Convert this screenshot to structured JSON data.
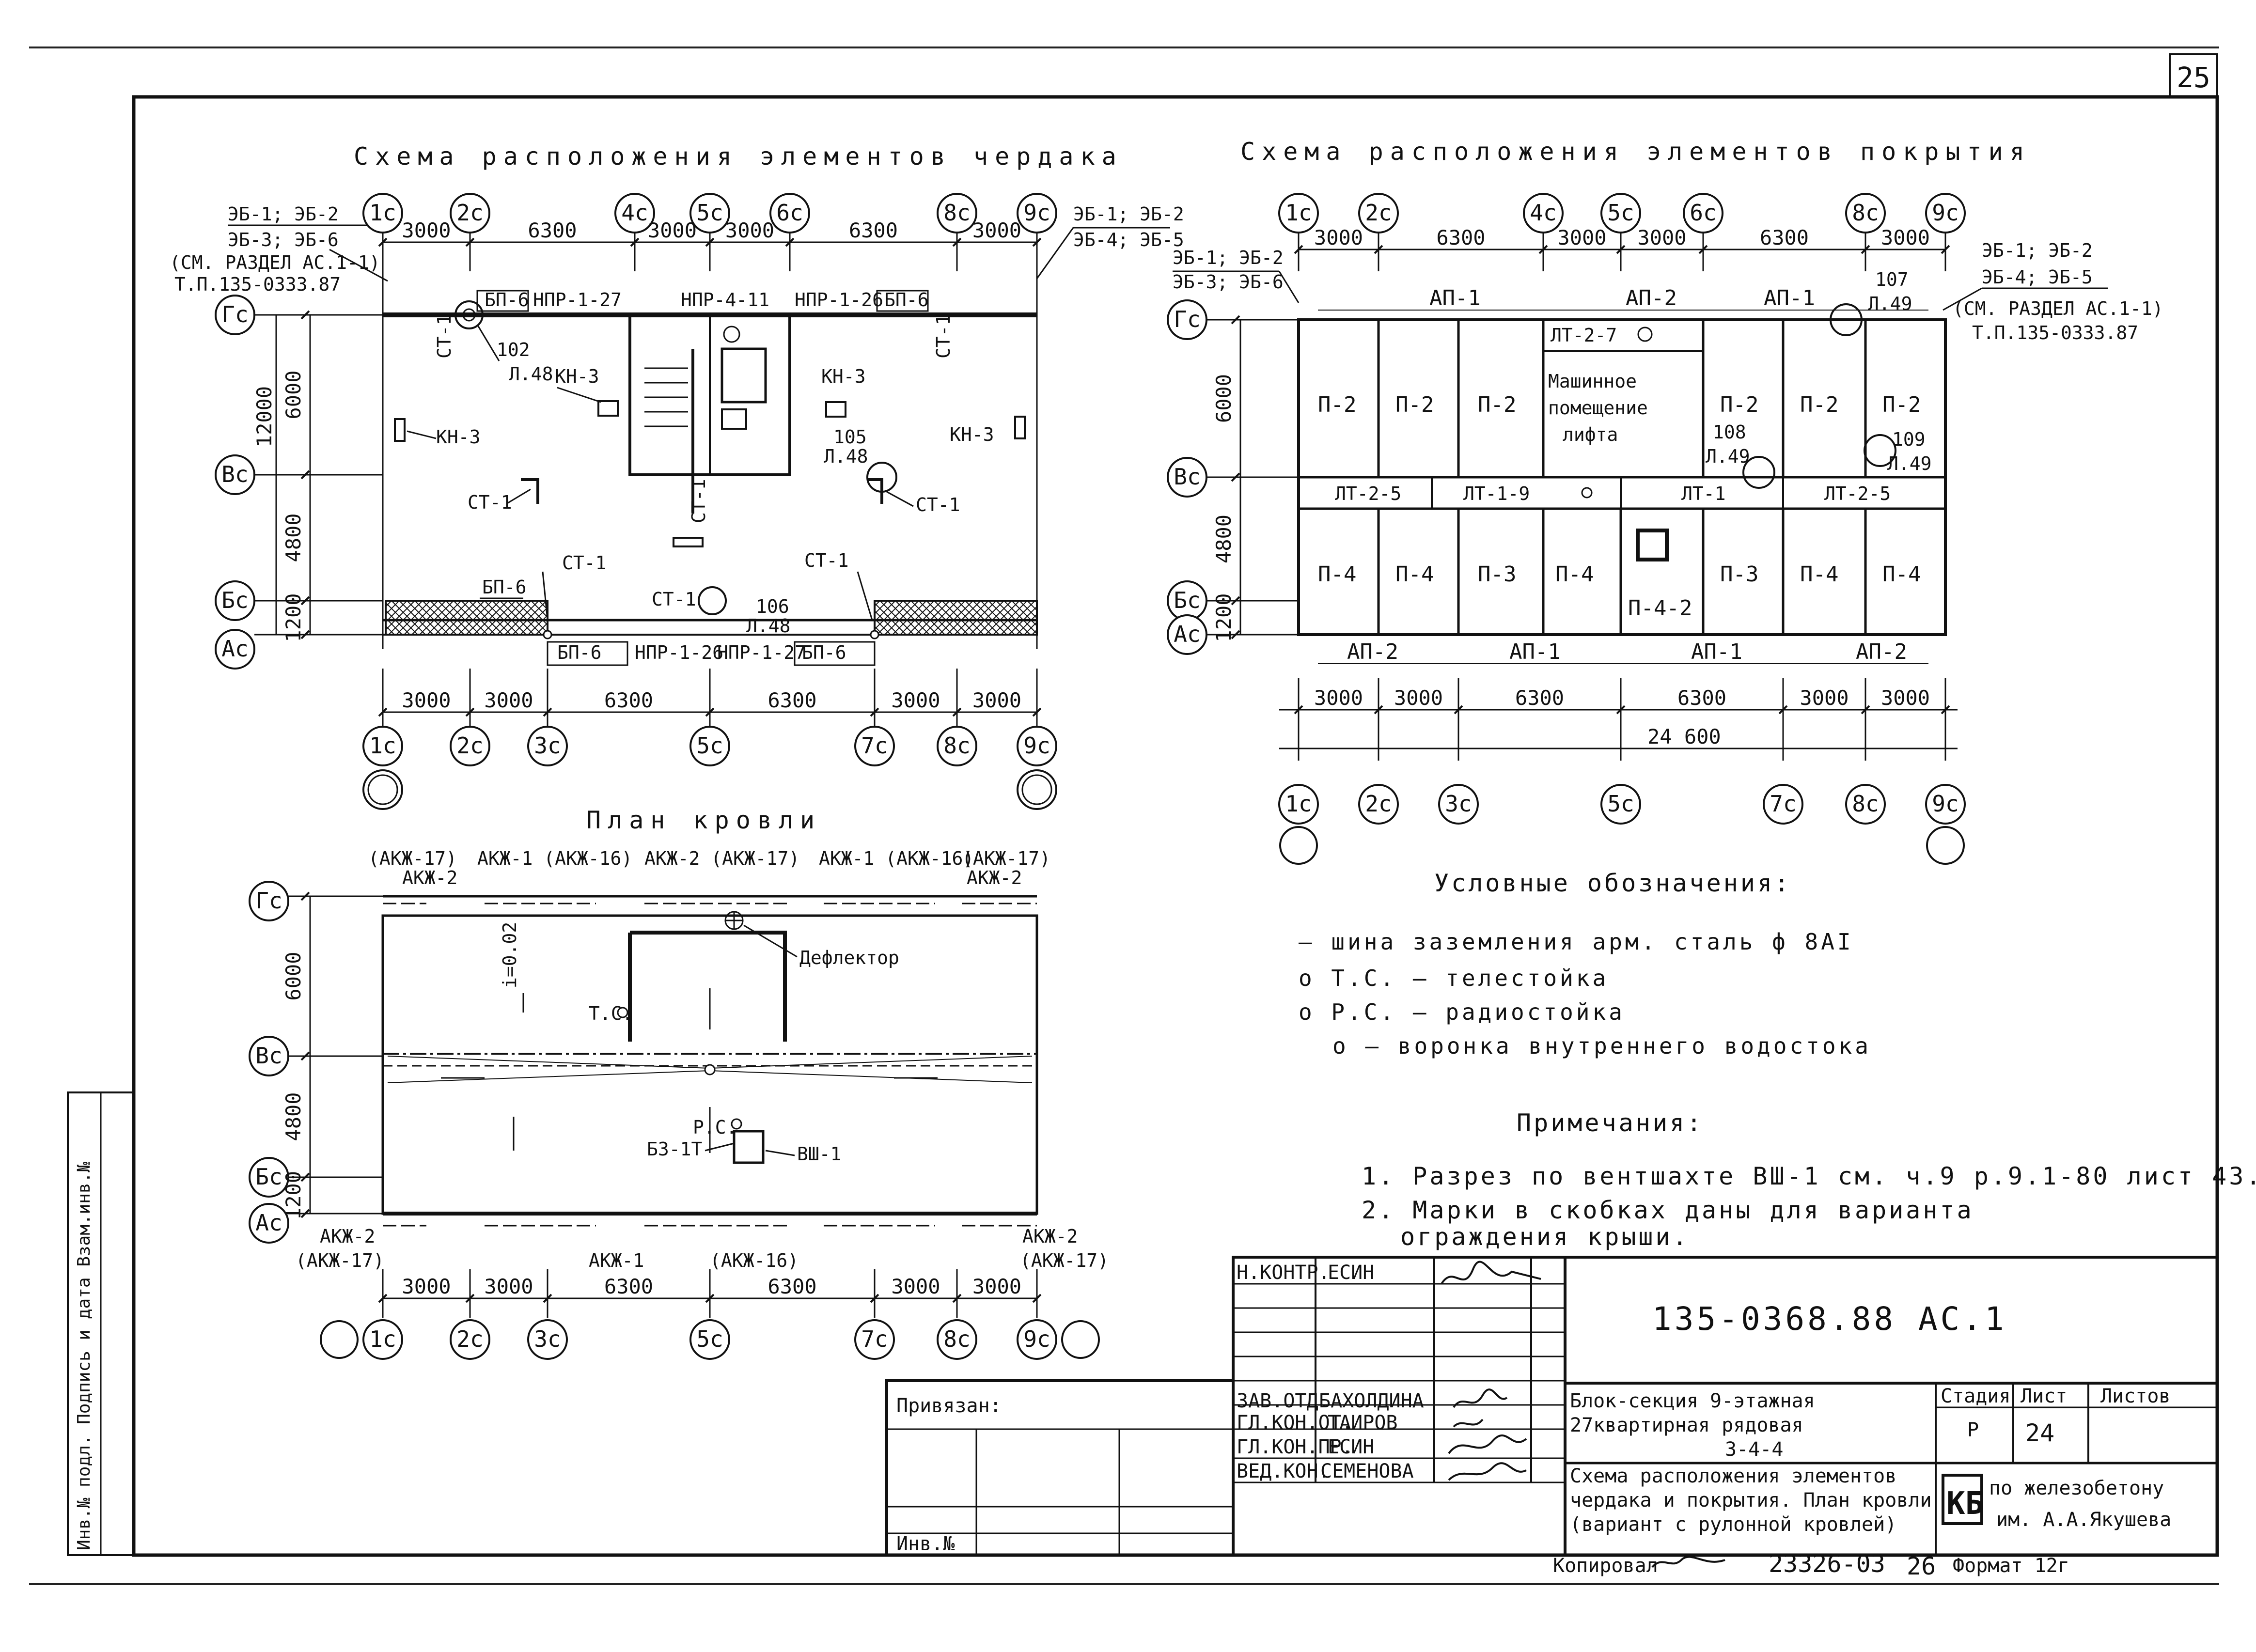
{
  "sheet": {
    "page_number": "25"
  },
  "attic": {
    "title": "Схема расположения элементов чердака",
    "ref_left": [
      "ЭБ-1; ЭБ-2",
      "ЭБ-3; ЭБ-6",
      "(СМ. РАЗДЕЛ АС.1-1)",
      "Т.П.135-0333.87"
    ],
    "ref_right": [
      "ЭБ-1; ЭБ-2",
      "ЭБ-4; ЭБ-5"
    ],
    "top_axes": [
      "1с",
      "2с",
      "4с",
      "5с",
      "6с",
      "8с",
      "9с"
    ],
    "top_dims": [
      "3000",
      "6300",
      "3000",
      "3000",
      "6300",
      "3000"
    ],
    "left_axes": [
      "Гс",
      "Вс",
      "Бс",
      "Ас"
    ],
    "left_dims": [
      "12000",
      "6000",
      "4800",
      "1200"
    ],
    "bottom_axes": [
      "1с",
      "2с",
      "3с",
      "5с",
      "7с",
      "8с",
      "9с"
    ],
    "bottom_dims": [
      "3000",
      "3000",
      "6300",
      "6300",
      "3000",
      "3000"
    ],
    "labels": {
      "bp6": "БП-6",
      "npr127": "НПР-1-27",
      "npr411": "НПР-4-11",
      "npr126": "НПР-1-26",
      "st1": "СТ-1",
      "kn3": "КН-3",
      "n102": "102",
      "l48": "Л.48",
      "n105": "105",
      "n106": "106"
    }
  },
  "roof_cover": {
    "title": "Схема расположения элементов покрытия",
    "ref_left": [
      "ЭБ-1; ЭБ-2",
      "ЭБ-3; ЭБ-6"
    ],
    "ref_right": [
      "ЭБ-1; ЭБ-2",
      "ЭБ-4; ЭБ-5",
      "(СМ. РАЗДЕЛ АС.1-1)",
      "Т.П.135-0333.87"
    ],
    "top_axes": [
      "1с",
      "2с",
      "4с",
      "5с",
      "6с",
      "8с",
      "9с"
    ],
    "top_dims": [
      "3000",
      "6300",
      "3000",
      "3000",
      "6300",
      "3000"
    ],
    "left_axes": [
      "Гс",
      "Вс",
      "Бс",
      "Ас"
    ],
    "left_dims": [
      "6000",
      "4800",
      "1200"
    ],
    "bottom_axes": [
      "1с",
      "2с",
      "3с",
      "5с",
      "7с",
      "8с",
      "9с"
    ],
    "bottom_dims": [
      "3000",
      "3000",
      "6300",
      "6300",
      "3000",
      "3000"
    ],
    "total_dim": "24 600",
    "top_beams": [
      "АП-1",
      "АП-2",
      "АП-1"
    ],
    "bottom_beams": [
      "АП-2",
      "АП-1",
      "АП-1",
      "АП-2"
    ],
    "upper_cells": [
      "П-2",
      "П-2",
      "П-2",
      "П-2",
      "П-2",
      "П-2"
    ],
    "machine_room": [
      "Машинное",
      "помещение",
      "лифта"
    ],
    "lt27": "ЛТ-2-7",
    "mid_row": [
      "ЛТ-2-5",
      "ЛТ-1-9",
      "ЛТ-1",
      "ЛТ-2-5"
    ],
    "lower_cells": [
      "П-4",
      "П-4",
      "П-3",
      "П-4",
      "П-4-2",
      "П-3",
      "П-4",
      "П-4"
    ],
    "callouts": [
      "107",
      "Л.49",
      "108",
      "Л.49",
      "109",
      "Л.49"
    ]
  },
  "roof_plan": {
    "title": "План кровли",
    "top_labels": [
      "(АКЖ-17)",
      "АКЖ-2",
      "АКЖ-1 (АКЖ-16)",
      "АКЖ-2 (АКЖ-17)",
      "АКЖ-1 (АКЖ-16)",
      "(АКЖ-17)",
      "АКЖ-2"
    ],
    "bottom_labels": [
      "АКЖ-2",
      "(АКЖ-17)",
      "АКЖ-1",
      "(АКЖ-16)",
      "АКЖ-2",
      "(АКЖ-17)"
    ],
    "left_axes": [
      "Гс",
      "Вс",
      "Бс",
      "Ас"
    ],
    "left_dims": [
      "6000",
      "4800",
      "1200"
    ],
    "bottom_axes": [
      "1с",
      "2с",
      "3с",
      "5с",
      "7с",
      "8с",
      "9с"
    ],
    "bottom_dims": [
      "3000",
      "3000",
      "6300",
      "6300",
      "3000",
      "3000"
    ],
    "deflector": "Дефлектор",
    "slope": "i=0.02",
    "tc": "Т.С.",
    "rc": "Р.С.",
    "b31t": "БЗ-1Т",
    "vsh1": "ВШ-1"
  },
  "legend": {
    "title": "Условные обозначения:",
    "items": [
      "— шина заземления арм. сталь ф 8АI",
      "о Т.С. — телестойка",
      "о Р.С. — радиостойка",
      "о — воронка внутреннего водостока"
    ]
  },
  "notes": {
    "title": "Примечания:",
    "items": [
      "1. Разрез по вентшахте ВШ-1 см. ч.9 р.9.1-80 лист 43.",
      "2. Марки в скобках даны для варианта",
      "ограждения крыши."
    ]
  },
  "title_block": {
    "code": "135-0368.88 АС.1",
    "roles": [
      "Н.КОНТР.",
      "ЗАВ.ОТД.",
      "ГЛ.КОН.ОТ.",
      "ГЛ.КОН.ПР.",
      "ВЕД.КОН."
    ],
    "names": [
      "ЕСИН",
      "БАХОЛДИНА",
      "ТАИРОВ",
      "ЕСИН",
      "СЕМЕНОВА"
    ],
    "project": [
      "Блок-секция 9-этажная",
      "27квартирная рядовая",
      "3-4-4"
    ],
    "sheet_title": [
      "Схема расположения элементов",
      "чердака и покрытия. План кровли",
      "(вариант с рулонной кровлей)"
    ],
    "stage_label": "Стадия",
    "stage": "Р",
    "sheet_label": "Лист",
    "sheet": "24",
    "sheets_label": "Листов",
    "org_logo": "КБ",
    "org": [
      "по железобетону",
      "им. А.А.Якушева"
    ],
    "bound": "Привязан:",
    "inv": "Инв.№",
    "copied": "Копировал",
    "copy_no": "23326-03",
    "copy_sheet": "26",
    "format": "Формат 12г",
    "side_stamp": "Инв.№ подл. Подпись и дата Взам.инв.№"
  }
}
